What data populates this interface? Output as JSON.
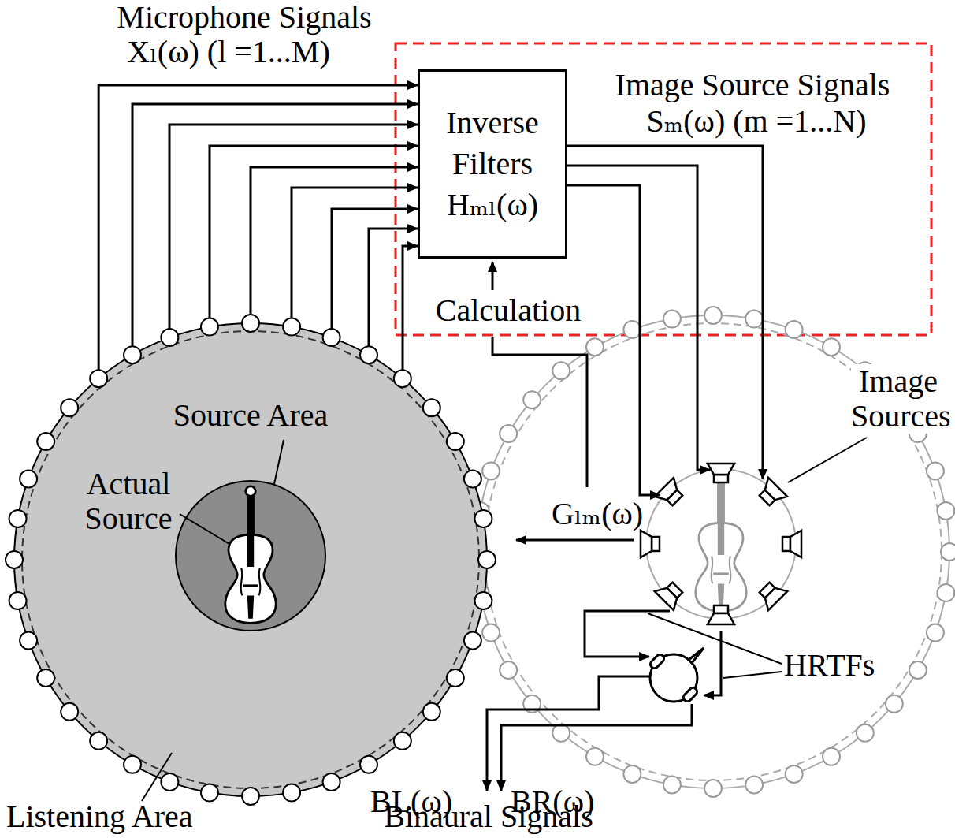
{
  "diagram": {
    "nodes": [
      {
        "text": [
          "Inverse Filters Hₘₗ(ω)"
        ]
      },
      {
        "text": [
          "Listening Area"
        ]
      },
      {
        "text": [
          "Source Area"
        ],
        "in": 1
      }
    ],
    "edges": [
      {
        "from": 1,
        "to": 0,
        "arrow": "to"
      }
    ],
    "labels": [
      "Microphone Signals",
      "Xₗ(ω) (l =1...M)",
      "Image Source Signals",
      "Sₘ(ω) (m =1...N)",
      "Calculation",
      "Actual Source",
      "Image Sources",
      "Gₗₘ(ω)",
      "HRTFs",
      "BL(ω)",
      "BR(ω)",
      "Binaural Signals"
    ]
  }
}
